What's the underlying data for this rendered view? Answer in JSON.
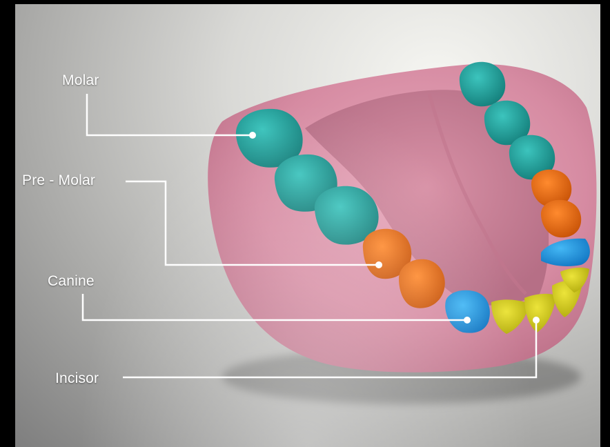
{
  "labels": {
    "molar": "Molar",
    "premolar": "Pre - Molar",
    "canine": "Canine",
    "incisor": "Incisor"
  },
  "colors": {
    "molar": "#1fa9a3",
    "premolar": "#ec6a12",
    "canine": "#1f9fe8",
    "incisor": "#d6cf1a",
    "gum": "#dc96ac",
    "palate": "#c97f95",
    "leader_line": "#ffffff"
  }
}
